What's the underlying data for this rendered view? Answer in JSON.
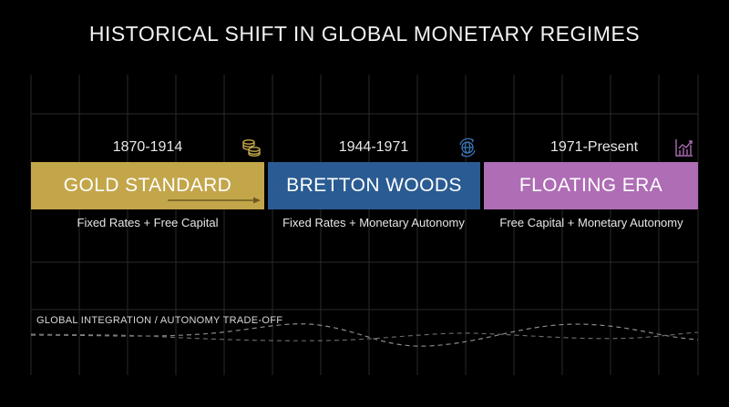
{
  "title": "HISTORICAL SHIFT IN GLOBAL MONETARY REGIMES",
  "eras": [
    {
      "dates": "1870-1914",
      "name": "GOLD STANDARD",
      "traits": "Fixed Rates + Free Capital",
      "icon": "coins-stack-icon",
      "color": "#c3a64a"
    },
    {
      "dates": "1944-1971",
      "name": "BRETTON WOODS",
      "traits": "Fixed Rates + Monetary Autonomy",
      "icon": "globe-exchange-icon",
      "color": "#2a5b92"
    },
    {
      "dates": "1971-Present",
      "name": "FLOATING ERA",
      "traits": "Free Capital + Monetary Autonomy",
      "icon": "chart-up-icon",
      "color": "#ae6db5"
    }
  ],
  "tradeoff": {
    "label": "GLOBAL INTEGRATION / AUTONOMY TRADE-OFF"
  },
  "colors": {
    "background": "#000000",
    "grid": "#2a2a2a",
    "separator": "#ffffff",
    "wave": "#8a8a8a"
  }
}
